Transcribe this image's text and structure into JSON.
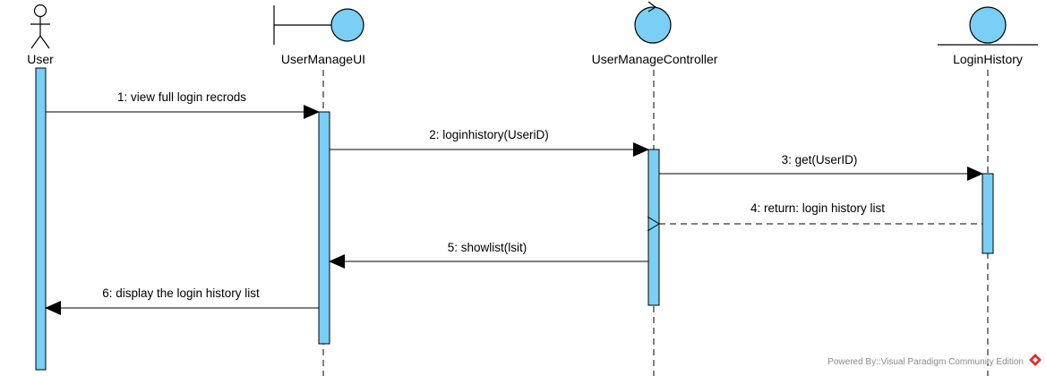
{
  "colors": {
    "fill": "#79cff5",
    "line": "#000000",
    "watermark": "#8a8a8a",
    "logo": "#e0312b"
  },
  "lifelines": [
    {
      "name": "User",
      "kind": "actor"
    },
    {
      "name": "UserManageUI",
      "kind": "boundary"
    },
    {
      "name": "UserManageController",
      "kind": "control"
    },
    {
      "name": "LoginHistory",
      "kind": "entity"
    }
  ],
  "messages": [
    {
      "label": "1: view full login recrods",
      "from": "User",
      "to": "UserManageUI",
      "type": "call"
    },
    {
      "label": "2: loginhistory(UseriD)",
      "from": "UserManageUI",
      "to": "UserManageController",
      "type": "call"
    },
    {
      "label": "3: get(UserID)",
      "from": "UserManageController",
      "to": "LoginHistory",
      "type": "call"
    },
    {
      "label": "4: return: login history list",
      "from": "LoginHistory",
      "to": "UserManageController",
      "type": "return"
    },
    {
      "label": "5: showlist(lsit)",
      "from": "UserManageController",
      "to": "UserManageUI",
      "type": "call"
    },
    {
      "label": "6: display the login history list",
      "from": "UserManageUI",
      "to": "User",
      "type": "call"
    }
  ],
  "watermark": {
    "text": "Powered By::Visual Paradigm Community Edition",
    "logo_icon": "visual-paradigm-logo-icon"
  }
}
